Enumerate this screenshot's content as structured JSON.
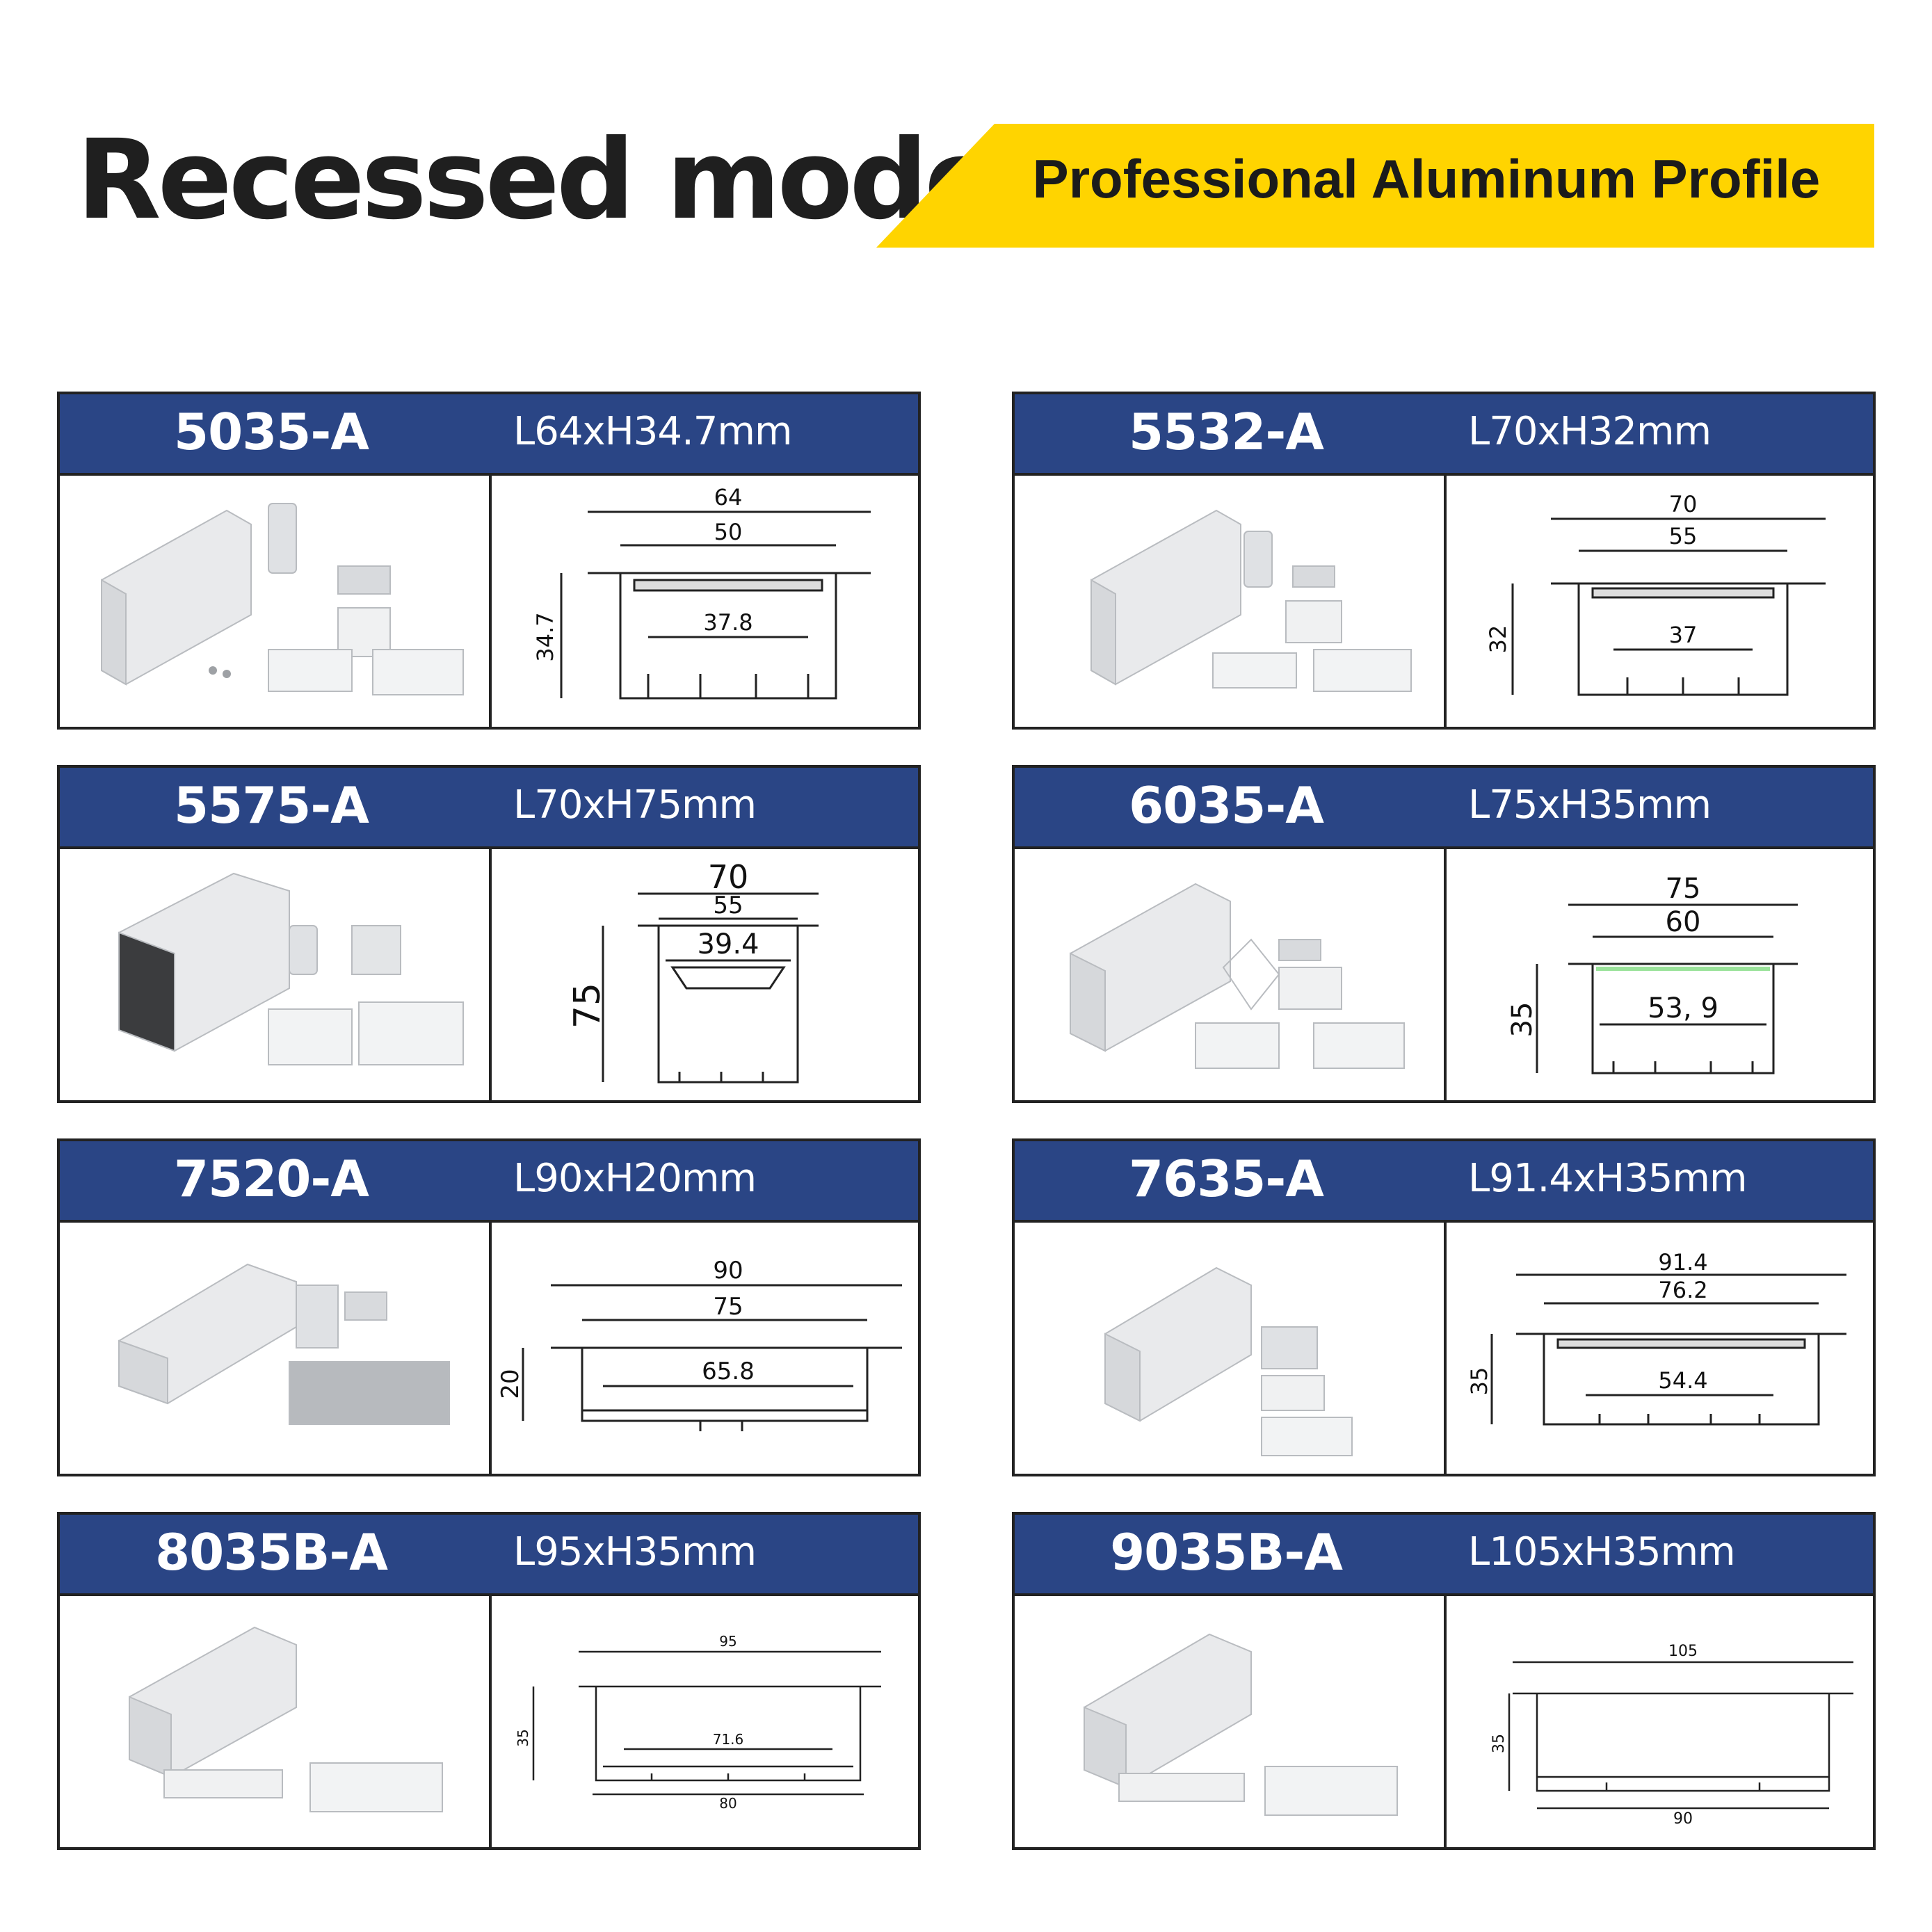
{
  "header": {
    "title": "Recessed model",
    "banner": "Professional Aluminum Profile"
  },
  "colors": {
    "banner": "#ffd400",
    "card_header": "#2a4585",
    "text_dark": "#1f1f1f"
  },
  "products": [
    {
      "model": "5035-A",
      "dimensions": "L64xH34.7mm",
      "labels": [
        "64",
        "50",
        "34.7",
        "37.8"
      ]
    },
    {
      "model": "5532-A",
      "dimensions": "L70xH32mm",
      "labels": [
        "70",
        "55",
        "32",
        "37"
      ]
    },
    {
      "model": "5575-A",
      "dimensions": "L70xH75mm",
      "labels": [
        "70",
        "55",
        "75",
        "39.4"
      ]
    },
    {
      "model": "6035-A",
      "dimensions": "L75xH35mm",
      "labels": [
        "75",
        "60",
        "35",
        "53, 9"
      ]
    },
    {
      "model": "7520-A",
      "dimensions": "L90xH20mm",
      "labels": [
        "90",
        "75",
        "20",
        "65.8"
      ]
    },
    {
      "model": "7635-A",
      "dimensions": "L91.4xH35mm",
      "labels": [
        "91.4",
        "76.2",
        "35",
        "54.4"
      ]
    },
    {
      "model": "8035B-A",
      "dimensions": "L95xH35mm",
      "labels": [
        "95",
        "71.6",
        "35",
        "80"
      ]
    },
    {
      "model": "9035B-A",
      "dimensions": "L105xH35mm",
      "labels": [
        "105",
        "35",
        "90"
      ]
    }
  ]
}
